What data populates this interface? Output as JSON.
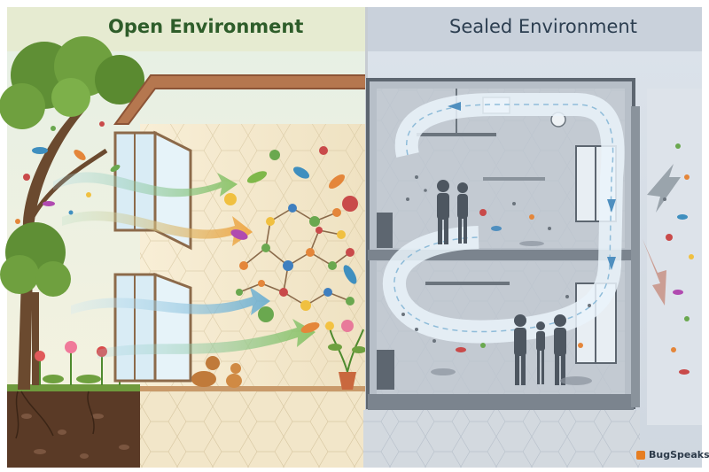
{
  "panels": {
    "left_title": "Open Environment",
    "right_title": "Sealed Environment"
  },
  "brand": {
    "name": "BugSpeaks"
  },
  "icons": {
    "brand_mark": "square-logo-icon"
  },
  "colors": {
    "left_header_bg": "#e6ebd1",
    "right_header_bg": "#c9d1db",
    "left_title": "#2e5d2a",
    "right_title": "#2c3e50",
    "brand_accent": "#e67e22"
  }
}
